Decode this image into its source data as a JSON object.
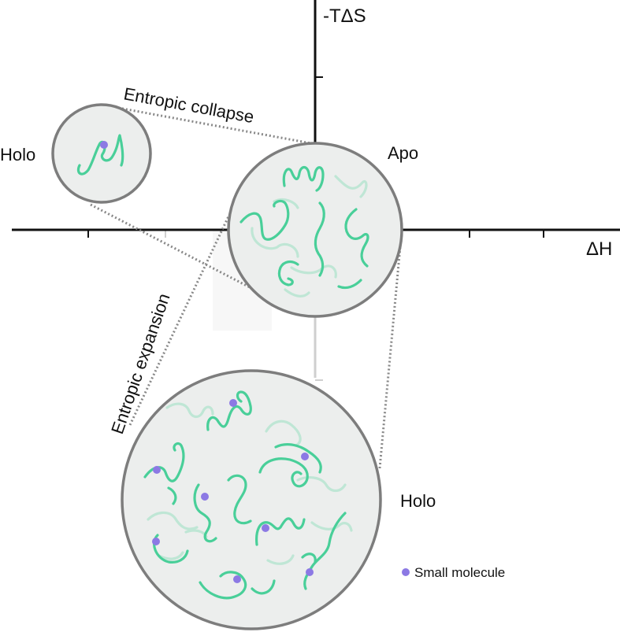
{
  "axes": {
    "y_label": "-TΔS",
    "x_label": "ΔH"
  },
  "labels": {
    "holo_small": "Holo",
    "apo": "Apo",
    "holo_large": "Holo",
    "entropic_collapse": "Entropic collapse",
    "entropic_expansion": "Entropic expansion"
  },
  "legend": {
    "small_molecule": "Small molecule"
  },
  "colors": {
    "chain": "#49cf99",
    "chain_faint": "#bfe6d5",
    "small_molecule": "#8c79e4",
    "circle_fill": "#eceeed",
    "circle_stroke": "#7d7d7d"
  }
}
